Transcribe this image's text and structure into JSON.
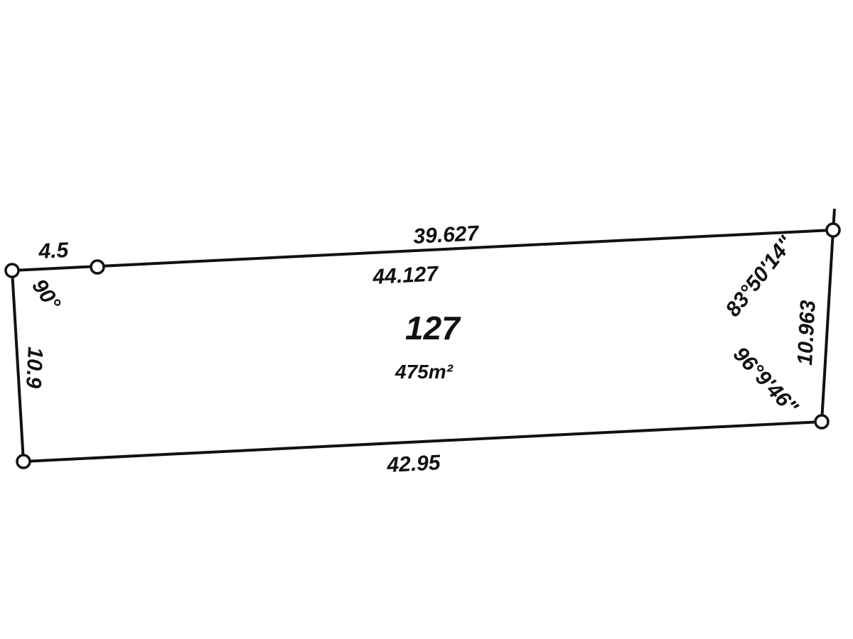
{
  "lot": {
    "number": "127",
    "area": "475m²"
  },
  "dimensions": {
    "top_short": "4.5",
    "top_outer": "39.627",
    "top_total": "44.127",
    "left": "10.9",
    "right": "10.963",
    "bottom": "42.95"
  },
  "angles": {
    "top_left": "90°",
    "top_right": "83°50'14\"",
    "bottom_right": "96°9'46\""
  }
}
